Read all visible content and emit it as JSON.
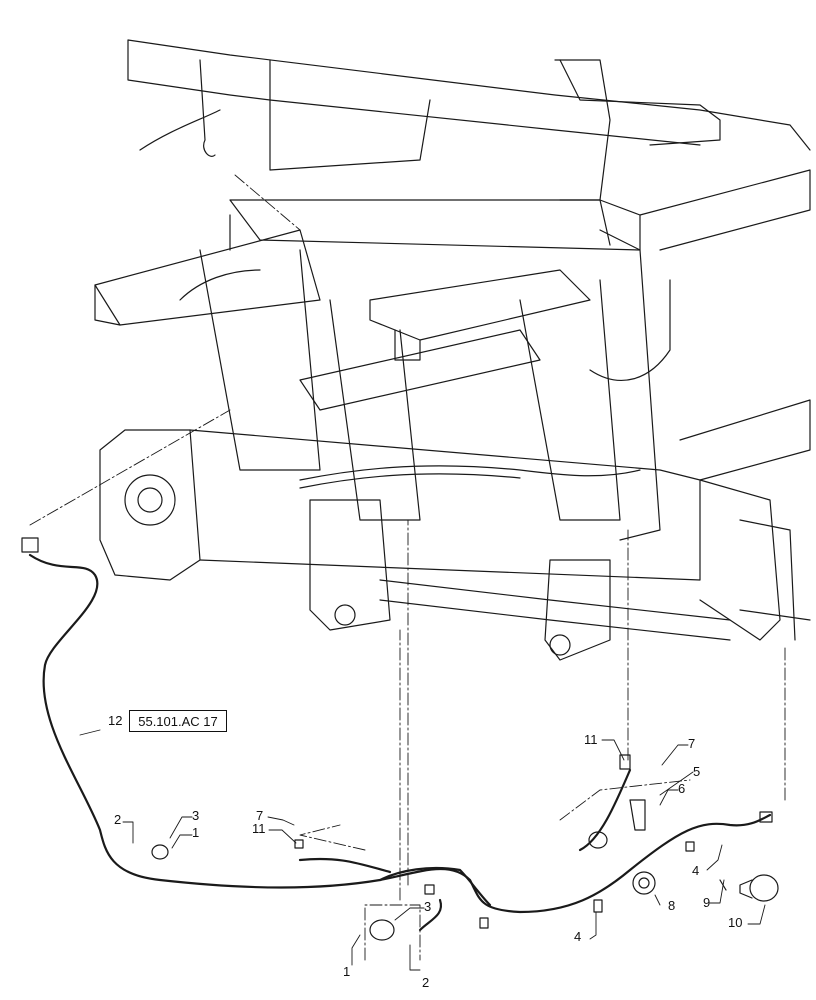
{
  "diagram": {
    "reference": "55.101.AC 17",
    "callouts": [
      "1",
      "2",
      "3",
      "4",
      "5",
      "6",
      "7",
      "8",
      "9",
      "10",
      "11",
      "12"
    ]
  }
}
